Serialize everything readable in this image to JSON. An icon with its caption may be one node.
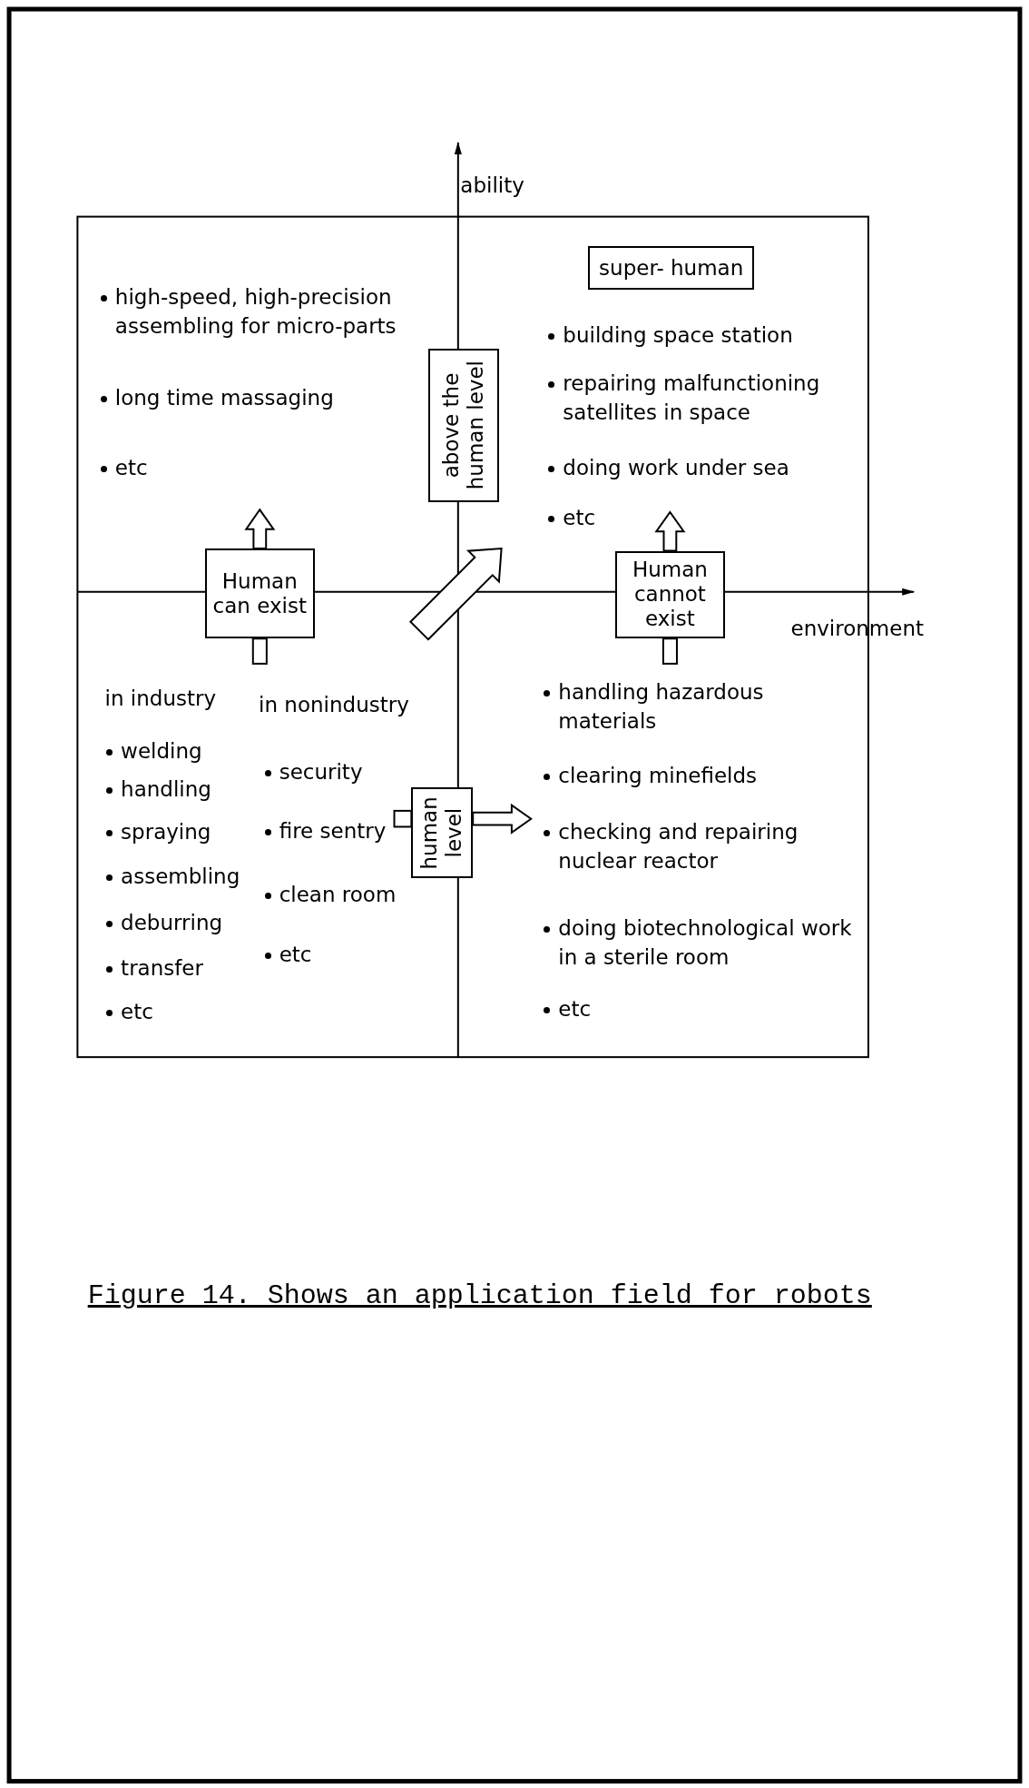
{
  "diagram": {
    "caption": "Figure 14. Shows an application field for robots",
    "nodes": [
      {
        "text": [
          "super- human"
        ]
      },
      {
        "text": [
          "above the human level"
        ]
      },
      {
        "text": [
          "Human can exist"
        ]
      },
      {
        "text": [
          "Human cannot exist"
        ]
      },
      {
        "text": [
          "human level"
        ]
      }
    ],
    "edges": [
      {
        "from": 2,
        "to": null,
        "arrow": "to"
      },
      {
        "from": 3,
        "to": null,
        "arrow": "to"
      },
      {
        "from": 4,
        "to": null,
        "arrow": "to"
      }
    ],
    "labels": [
      "ability",
      "high-speed, high-precision assembling for micro-parts",
      "long time massaging",
      "etc",
      "building space station",
      "repairing malfunctioning satellites in space",
      "doing work under sea",
      "etc",
      "environment",
      "in industry",
      "in nonindustry",
      "welding",
      "handling",
      "spraying",
      "assembling",
      "deburring",
      "transfer",
      "etc",
      "security",
      "fire sentry",
      "clean room",
      "etc",
      "handling hazardous materials",
      "clearing minefields",
      "checking and repairing nuclear reactor",
      "doing biotechnological work in a sterile room",
      "etc"
    ]
  }
}
